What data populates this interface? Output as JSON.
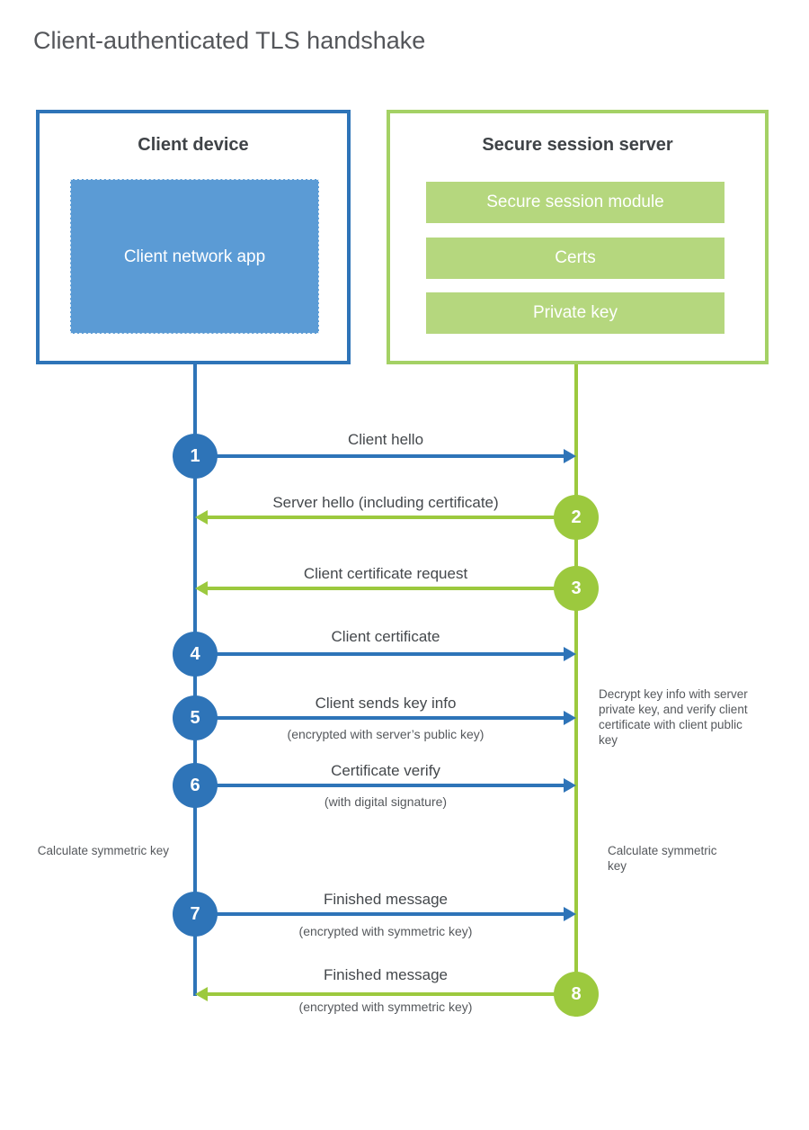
{
  "title": "Client-authenticated TLS handshake",
  "colors": {
    "blue": "#2e74b8",
    "blue_fill": "#5b9bd5",
    "green": "#9cc93e",
    "green_border": "#a4d165",
    "green_bar": "#b5d77e"
  },
  "client_box": {
    "heading": "Client device",
    "module": "Client network app"
  },
  "server_box": {
    "heading": "Secure session server",
    "modules": [
      "Secure session module",
      "Certs",
      "Private key"
    ]
  },
  "messages": [
    {
      "num": "1",
      "direction": "client-to-server",
      "label": "Client hello",
      "sub": ""
    },
    {
      "num": "2",
      "direction": "server-to-client",
      "label": "Server hello (including certificate)",
      "sub": ""
    },
    {
      "num": "3",
      "direction": "server-to-client",
      "label": "Client certificate request",
      "sub": ""
    },
    {
      "num": "4",
      "direction": "client-to-server",
      "label": "Client certificate",
      "sub": ""
    },
    {
      "num": "5",
      "direction": "client-to-server",
      "label": "Client sends key info",
      "sub": "(encrypted with server’s public key)"
    },
    {
      "num": "6",
      "direction": "client-to-server",
      "label": "Certificate verify",
      "sub": "(with digital signature)"
    },
    {
      "num": "7",
      "direction": "client-to-server",
      "label": "Finished message",
      "sub": "(encrypted with symmetric key)"
    },
    {
      "num": "8",
      "direction": "server-to-client",
      "label": "Finished message",
      "sub": "(encrypted with symmetric key)"
    }
  ],
  "notes": {
    "server_note": "Decrypt key info with server private key, and verify client certificate with client public key",
    "calc_left": "Calculate symmetric key",
    "calc_right": "Calculate symmetric key"
  }
}
